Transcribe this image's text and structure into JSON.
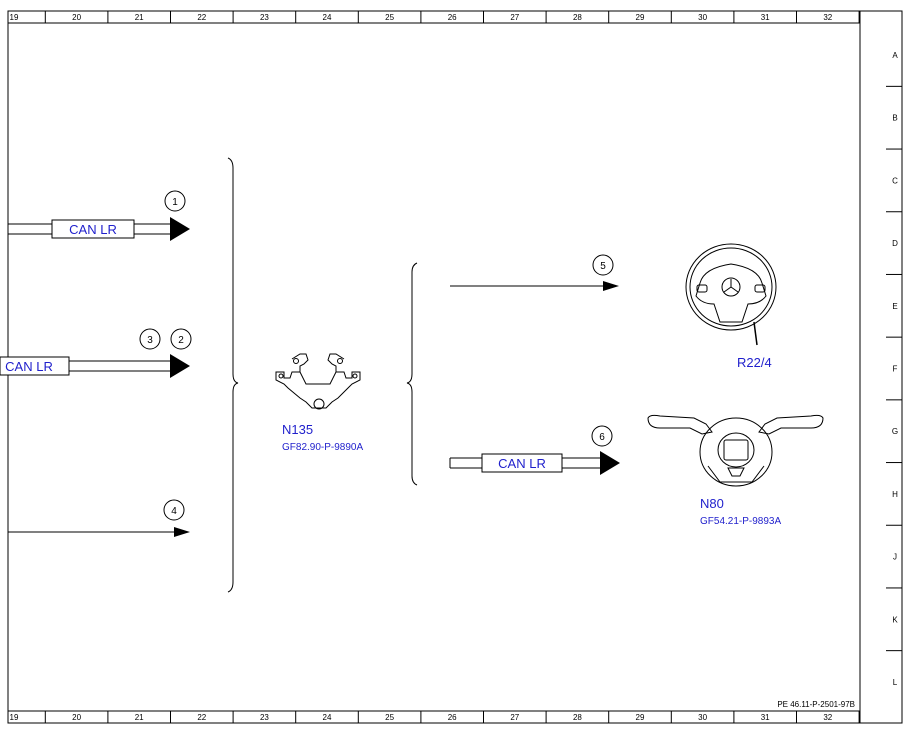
{
  "frame": {
    "columns": [
      "19",
      "20",
      "21",
      "22",
      "23",
      "24",
      "25",
      "26",
      "27",
      "28",
      "29",
      "30",
      "31",
      "32"
    ],
    "rows": [
      "A",
      "B",
      "C",
      "D",
      "E",
      "F",
      "G",
      "H",
      "J",
      "K",
      "L"
    ]
  },
  "connectors": [
    {
      "number": "1"
    },
    {
      "number": "2"
    },
    {
      "number": "3"
    },
    {
      "number": "4"
    },
    {
      "number": "5"
    },
    {
      "number": "6"
    }
  ],
  "bus_labels": {
    "top_left": "CAN LR",
    "mid_left": "CAN LR",
    "right": "CAN LR"
  },
  "components": {
    "n135": {
      "code": "N135",
      "ref": "GF82.90-P-9890A"
    },
    "r22_4": {
      "code": "R22/4"
    },
    "n80": {
      "code": "N80",
      "ref": "GF54.21-P-9893A"
    }
  },
  "document_ref": "PE 46.11-P-2501-97B",
  "colors": {
    "label_blue": "#1f1fcc",
    "line": "#000000"
  }
}
